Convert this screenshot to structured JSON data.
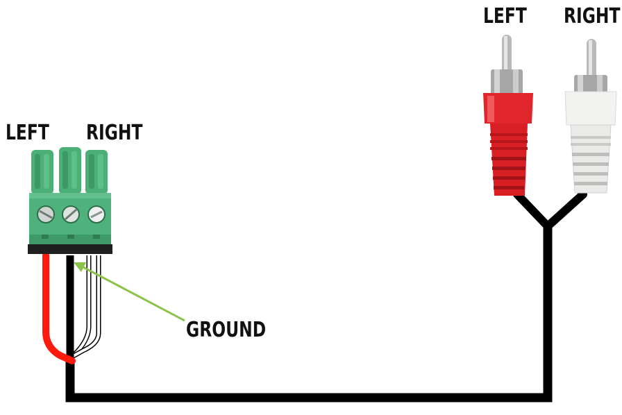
{
  "terminal_block": {
    "left_label": "LEFT",
    "right_label": "RIGHT"
  },
  "rca_plugs": {
    "left_label": "LEFT",
    "right_label": "RIGHT",
    "left_color": "#e0262a",
    "right_color": "#f2f2f0"
  },
  "ground_label": "GROUND",
  "colors": {
    "terminal_green": "#4caf78",
    "cable": "#000000",
    "wire_left": "#ff1a0d",
    "wire_right": "#ffffff",
    "ground_arrow": "#8bc34a"
  }
}
